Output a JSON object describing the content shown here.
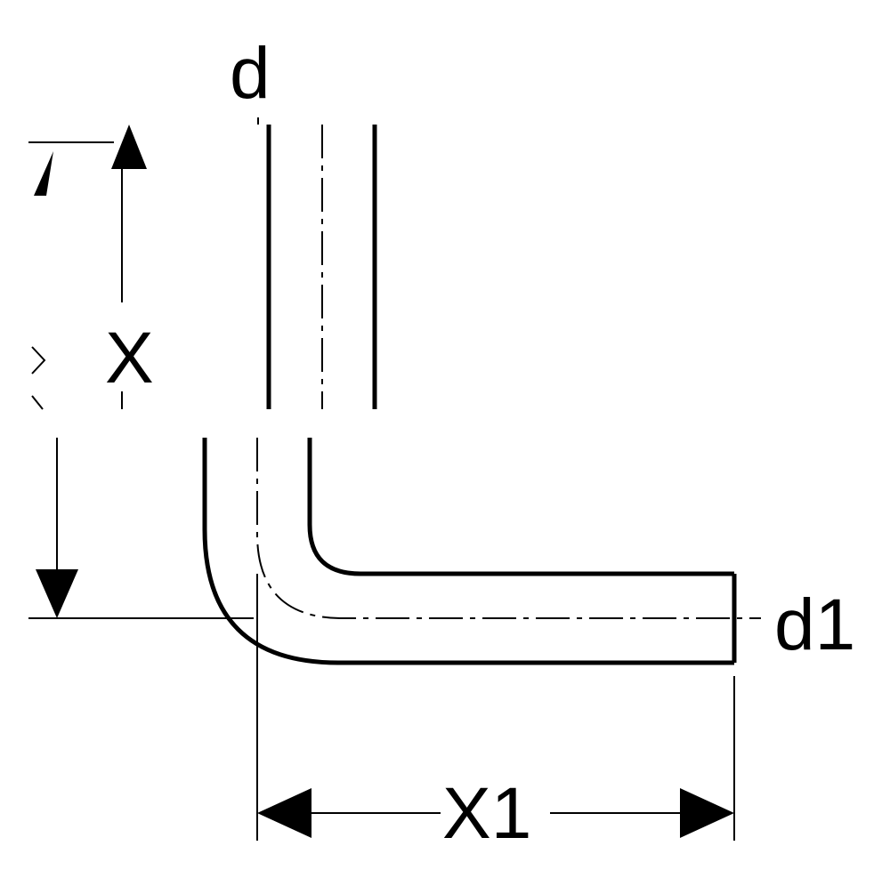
{
  "labels": {
    "pipe_diameter_top": "d",
    "pipe_diameter_right": "d1",
    "vertical_dimension": "X",
    "horizontal_dimension": "X1"
  },
  "colors": {
    "ink": "#000000",
    "background": "#ffffff"
  }
}
